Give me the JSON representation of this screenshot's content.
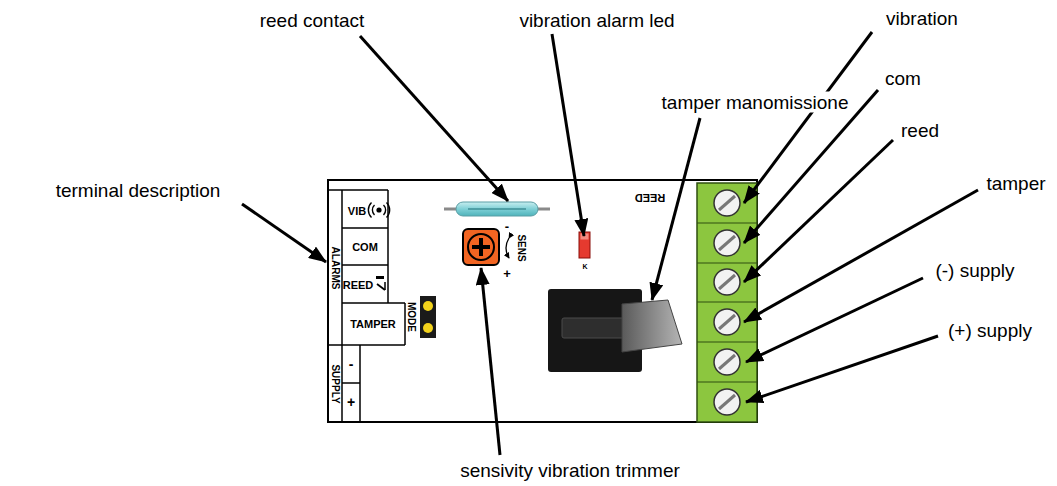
{
  "diagram": {
    "labels": [
      "reed contact",
      "vibration alarm led",
      "tamper manomissione",
      "vibration",
      "com",
      "reed",
      "terminal description",
      "tamper",
      "(-) supply",
      "(+) supply",
      "sensivity vibration trimmer",
      "VIB",
      "COM",
      "REED",
      "TAMPER",
      "ALARMS",
      "SUPPLY",
      "-",
      "+",
      "MODE",
      "REED",
      "SENS",
      "-",
      "+",
      "K"
    ]
  }
}
